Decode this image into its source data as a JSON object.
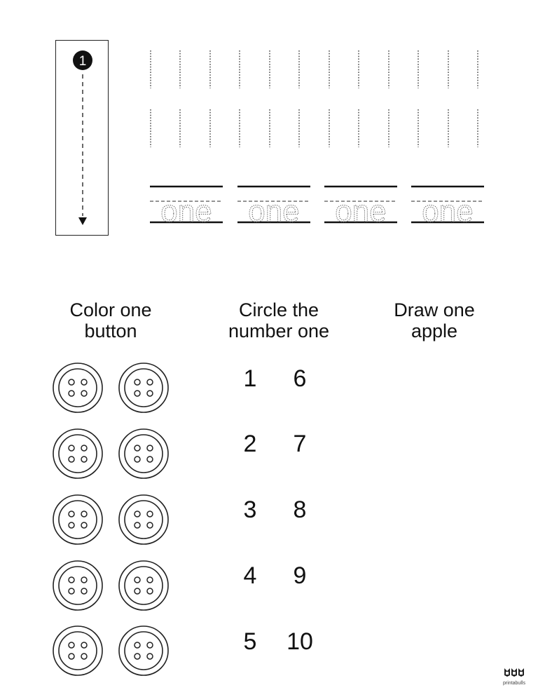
{
  "worksheet": {
    "number": "1",
    "word": "one",
    "word_trace_count": 4,
    "vertical_trace_columns": 12,
    "vertical_trace_rows": 2
  },
  "sections": [
    {
      "id": "color",
      "line1": "Color one",
      "line2": "button"
    },
    {
      "id": "circle",
      "line1": "Circle the",
      "line2": "number one"
    },
    {
      "id": "draw",
      "line1": "Draw one",
      "line2": "apple"
    }
  ],
  "buttons": {
    "rows": 5,
    "per_row": 2
  },
  "numbers": {
    "left": [
      "1",
      "2",
      "3",
      "4",
      "5"
    ],
    "right": [
      "6",
      "7",
      "8",
      "9",
      "10"
    ]
  },
  "icons": {
    "numbered_circle": "number-badge-icon",
    "arrow": "arrow-down-icon",
    "button": "sewing-button-icon",
    "logo": "printabulls-logo-icon"
  },
  "footer": {
    "logo_text": "printabulls"
  },
  "colors": {
    "ink": "#111111",
    "dots": "#555555",
    "paper": "#ffffff"
  }
}
